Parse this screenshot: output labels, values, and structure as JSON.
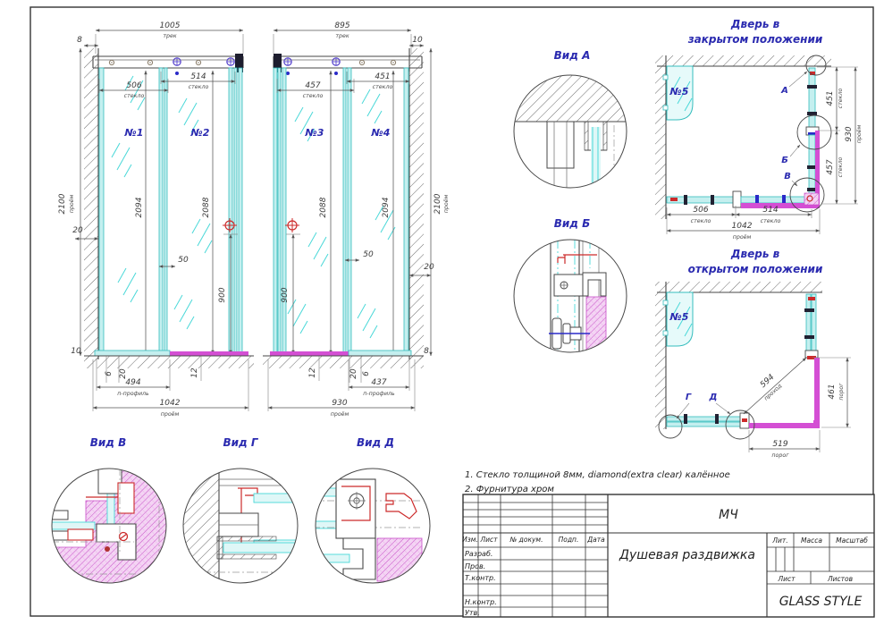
{
  "colors": {
    "accent_blue": "#2b2bb0",
    "glass_cyan": "#49d8d8",
    "profile_magenta": "#d44fd4",
    "detail_red": "#cc2a2a"
  },
  "el": {
    "track": "1005",
    "track_u": "трек",
    "off": "8",
    "g1": "506",
    "g1_u": "стекло",
    "g2": "514",
    "g2_u": "стекло",
    "p1": "№1",
    "p2": "№2",
    "h": "2100",
    "h_u": "проём",
    "h1": "2094",
    "h2": "2088",
    "wall_gap": "20",
    "lap": "50",
    "handle": "900",
    "bot_gap": "10",
    "s6": "6",
    "s20": "20",
    "s12": "12",
    "uprof": "494",
    "uprof_u": "п-профиль",
    "open": "1042",
    "open_u": "проём"
  },
  "er": {
    "track": "895",
    "track_u": "трек",
    "off": "10",
    "g1": "457",
    "g1_u": "стекло",
    "g2": "451",
    "g2_u": "стекло",
    "p1": "№3",
    "p2": "№4",
    "h": "2100",
    "h_u": "проём",
    "h1": "2088",
    "h2": "2094",
    "wall_gap": "20",
    "lap": "50",
    "handle": "900",
    "bot_gap": "8",
    "s6": "6",
    "s20": "20",
    "s12": "12",
    "uprof": "437",
    "uprof_u": "п-профиль",
    "open": "930",
    "open_u": "проём"
  },
  "views": {
    "a": "Вид А",
    "b": "Вид Б",
    "v": "Вид В",
    "g": "Вид Г",
    "d": "Вид Д"
  },
  "pc": {
    "t1": "Дверь в",
    "t2": "закрытом положении",
    "p5": "№5",
    "ca": "А",
    "cb": "Б",
    "cv": "В",
    "d1": "451",
    "d1_u": "стекло",
    "d2": "930",
    "d2_u": "проём",
    "d3": "457",
    "d3_u": "стекло",
    "d4": "506",
    "d4_u": "стекло",
    "d5": "514",
    "d5_u": "стекло",
    "d6": "1042",
    "d6_u": "проём"
  },
  "po": {
    "t1": "Дверь в",
    "t2": "открытом положении",
    "p5": "№5",
    "cg": "Г",
    "cd": "Д",
    "d1": "594",
    "d1_u": "проход",
    "d2": "461",
    "d2_u": "порог",
    "d3": "519",
    "d3_u": "порог"
  },
  "notes": {
    "n1": "1. Стекло толщиной 8мм, diamond(extra clear) калённое",
    "n2": "2. Фурнитура хром"
  },
  "tb": {
    "code": "МЧ",
    "title": "Душевая раздвижка",
    "company": "GLASS STYLE",
    "izm": "Изм.",
    "list": "Лист",
    "dok": "№ докум.",
    "podp": "Подп.",
    "date": "Дата",
    "r1": "Разраб.",
    "r2": "Пров.",
    "r3": "Т.контр.",
    "r4": "Н.контр.",
    "r5": "Утв.",
    "lit": "Лит.",
    "mass": "Масса",
    "scale": "Масштаб",
    "sheet": "Лист",
    "sheets": "Листов"
  }
}
